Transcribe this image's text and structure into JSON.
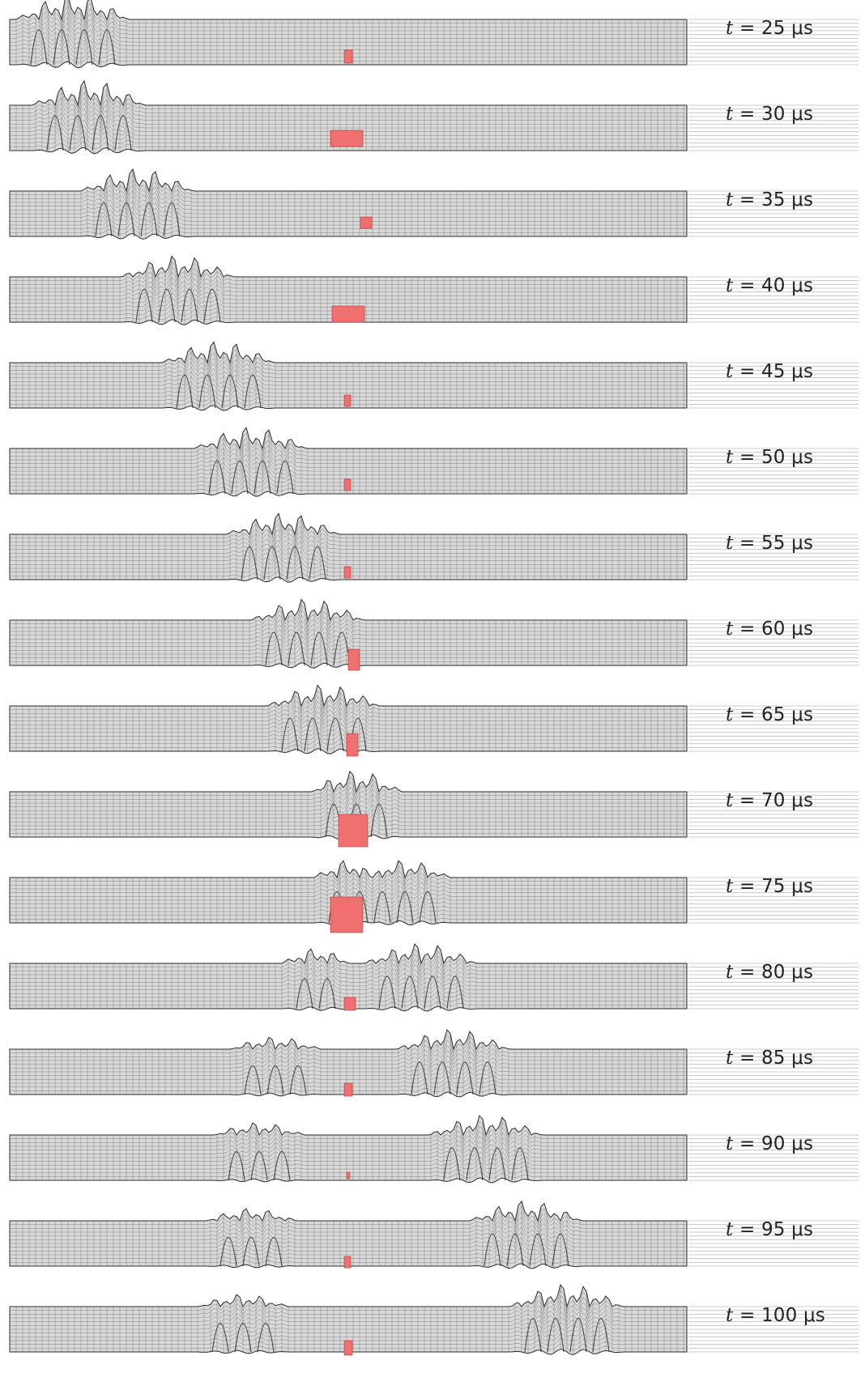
{
  "frames": [
    {
      "label": "25 μs"
    },
    {
      "label": "30 μs"
    },
    {
      "label": "35 μs"
    },
    {
      "label": "40 μs"
    },
    {
      "label": "45 μs"
    },
    {
      "label": "50 μs"
    },
    {
      "label": "55 μs"
    },
    {
      "label": "60 μs"
    },
    {
      "label": "65 μs"
    },
    {
      "label": "70 μs"
    },
    {
      "label": "75 μs"
    },
    {
      "label": "80 μs"
    },
    {
      "label": "85 μs"
    },
    {
      "label": "90 μs"
    },
    {
      "label": "95 μs"
    },
    {
      "label": "100 μs"
    }
  ],
  "time_var": "t",
  "equals": "=",
  "colors": {
    "mesh": "#2b2b2b",
    "face": "#d9d9d9",
    "defect": "#f07070",
    "tail": "#bdbdbd"
  }
}
